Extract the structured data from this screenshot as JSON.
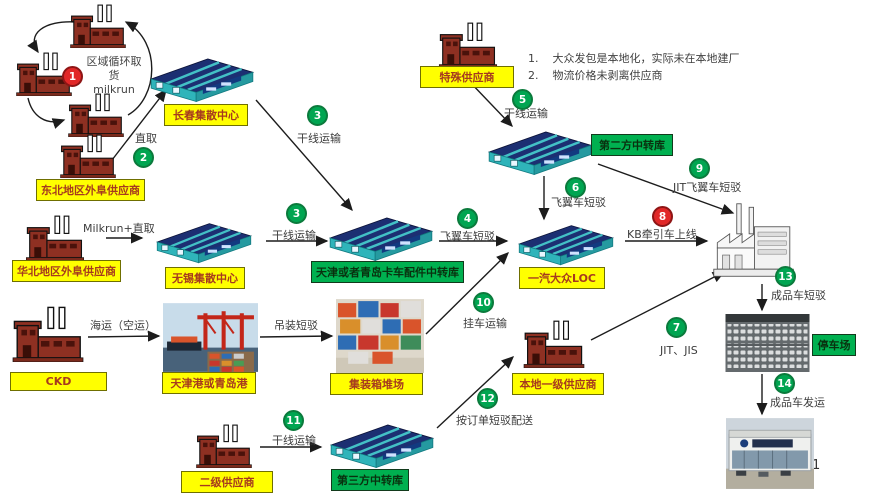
{
  "nodes": {
    "milkrun_line1": "区域循环取货",
    "milkrun_line2": "milkrun",
    "changchun": "长春集散中心",
    "dongbei": "东北地区外阜供应商",
    "huabei": "华北地区外阜供应商",
    "wuxi": "无锡集散中心",
    "parts_hub": "天津或者青岛卡车配件中转库",
    "loc": "一汽大众LOC",
    "special": "特殊供应商",
    "hub2": "第二方中转库",
    "ckd": "CKD",
    "port": "天津港或青岛港",
    "yard": "集装箱堆场",
    "tier1": "本地一级供应商",
    "tier2": "二级供应商",
    "hub3": "第三方中转库",
    "parking": "停车场"
  },
  "flows": {
    "pick_direct": "直取",
    "trunk": "干线运输",
    "milkrun_pick": "Milkrun+直取",
    "wing_truck": "飞翼车短驳",
    "jit_wing": "JIT飞翼车短驳",
    "kb_online": "KB牵引车上线",
    "sea_air": "海运（空运）",
    "hoist": "吊装短驳",
    "trailer": "挂车运输",
    "jit_jis": "JIT、JIS",
    "order_delivery": "按订单短驳配送",
    "finished_short": "成品车短驳",
    "finished_dispatch": "成品车发运"
  },
  "badges": {
    "s1": "1",
    "s2": "2",
    "s3": "3",
    "s4": "4",
    "s5": "5",
    "s6": "6",
    "s7": "7",
    "s8": "8",
    "s9": "9",
    "s10": "10",
    "s11": "11",
    "s12": "12",
    "s13": "13",
    "s14": "14"
  },
  "notes": {
    "line1": "1.    大众发包是本地化，实际未在本地建厂",
    "line2": "2.    物流价格未剥离供应商"
  },
  "page_number": "1",
  "colors": {
    "badge_green": "#00a551",
    "badge_red": "#e12828",
    "label_yellow": "#ffff00",
    "label_green": "#00b050"
  }
}
